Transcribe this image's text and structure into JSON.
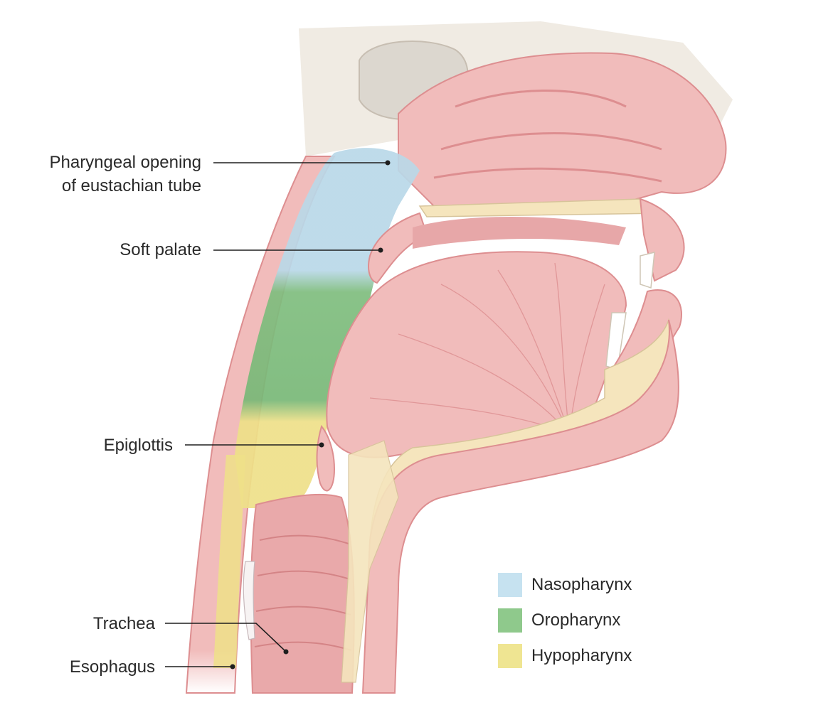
{
  "labels": {
    "eustachian_line1": "Pharyngeal opening",
    "eustachian_line2": "of eustachian tube",
    "soft_palate": "Soft palate",
    "epiglottis": "Epiglottis",
    "trachea": "Trachea",
    "esophagus": "Esophagus"
  },
  "legend": [
    {
      "label": "Nasopharynx",
      "color": "#c6e2f0"
    },
    {
      "label": "Oropharynx",
      "color": "#8fc98c"
    },
    {
      "label": "Hypopharynx",
      "color": "#efe592"
    }
  ],
  "colors": {
    "tissue": "#f1bcbb",
    "tissue_dark": "#dd8e90",
    "tissue_light": "#f8d9d6",
    "bone": "#f5e5bd",
    "sinus": "#dcd7cf",
    "nasopharynx": "#b9d8e8",
    "oropharynx": "#78b877",
    "hypopharynx": "#eee088",
    "line": "#1e1e1e"
  }
}
